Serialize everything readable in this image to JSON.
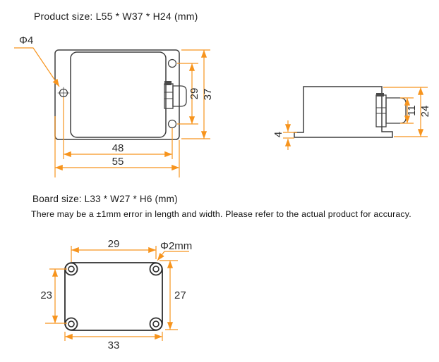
{
  "product": {
    "title": "Product size: L55 * W37 * H24 (mm)"
  },
  "board": {
    "title": "Board size: L33 * W27 * H6 (mm)",
    "note": "There may be a ±1mm error in length and width. Please refer to the actual product for accuracy."
  },
  "dims": {
    "top_view": {
      "hole_callout": "Φ4",
      "hole_spacing": "48",
      "total_length": "55",
      "hole_spacing_vertical": "29",
      "total_width": "37"
    },
    "side_view": {
      "flange_height": "4",
      "connector_height": "11",
      "total_height": "24"
    },
    "board_view": {
      "hole_spacing_h": "29",
      "hole_callout": "Φ2mm",
      "hole_spacing_v": "23",
      "board_width": "27",
      "board_length": "33"
    }
  },
  "colors": {
    "dimension_lines": "#F7941D",
    "drawing_outline": "#3f3f3f",
    "text": "#1a1a1a"
  }
}
